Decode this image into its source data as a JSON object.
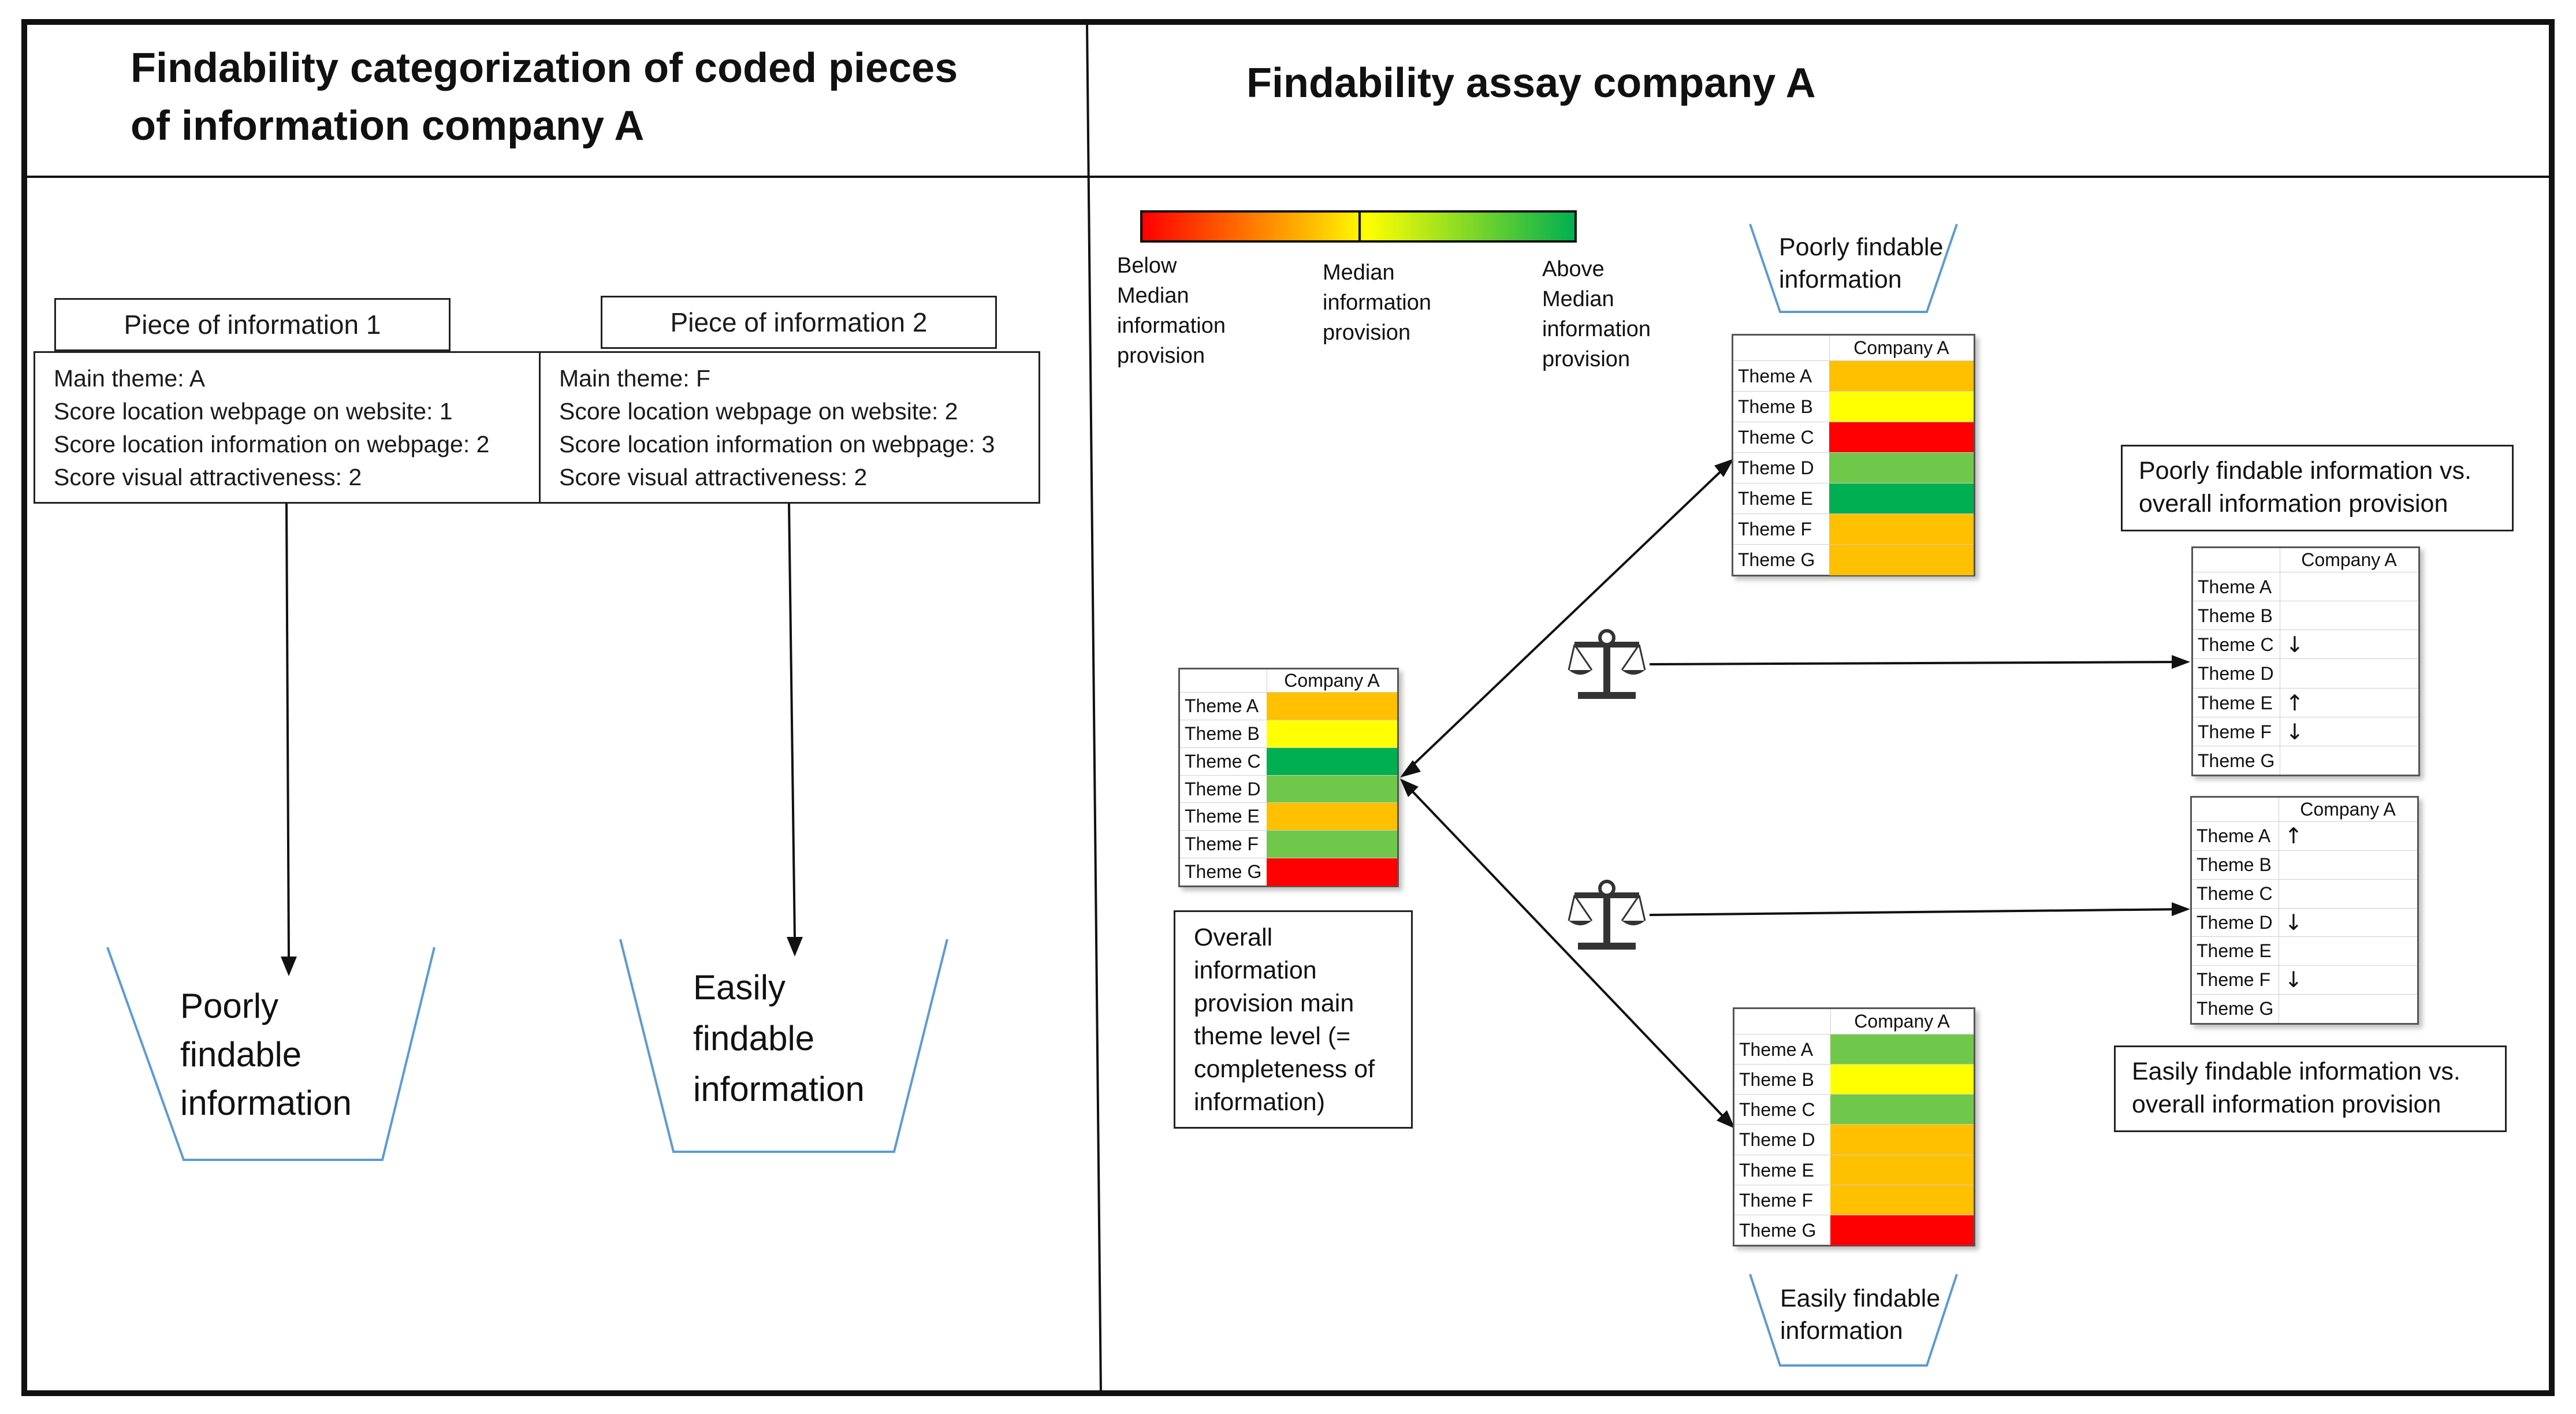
{
  "left_panel": {
    "title_line1": "Findability categorization of coded pieces",
    "title_line2": "of information company A",
    "pieces": [
      {
        "label": "Piece of information 1",
        "details": [
          "Main theme: A",
          "Score location webpage on website: 1",
          "Score location information on webpage: 2",
          "Score visual attractiveness: 2"
        ]
      },
      {
        "label": "Piece of information 2",
        "details": [
          "Main theme: F",
          "Score location webpage on website: 2",
          "Score location information on webpage: 3",
          "Score visual attractiveness: 2"
        ]
      }
    ],
    "bins": [
      {
        "lines": [
          "Poorly",
          "findable",
          "information"
        ]
      },
      {
        "lines": [
          "Easily",
          "findable",
          "information"
        ]
      }
    ]
  },
  "right_panel": {
    "title": "Findability assay company A",
    "legend": {
      "below": [
        "Below",
        "Median",
        "information",
        "provision"
      ],
      "median": [
        "Median",
        "information",
        "provision"
      ],
      "above": [
        "Above",
        "Median",
        "information",
        "provision"
      ]
    },
    "poorly_label": [
      "Poorly findable",
      "information"
    ],
    "easily_label": [
      "Easily findable",
      "information"
    ],
    "overall_note": [
      "Overall",
      "information",
      "provision main",
      "theme level (=",
      "completeness of",
      "information)"
    ],
    "poorly_vs_note": [
      "Poorly findable information vs.",
      "overall information provision"
    ],
    "easily_vs_note": [
      "Easily findable information vs.",
      "overall information provision"
    ],
    "company_header": "Company A",
    "themes": [
      "Theme A",
      "Theme B",
      "Theme C",
      "Theme D",
      "Theme E",
      "Theme F",
      "Theme G"
    ],
    "overall_colors": [
      "#ffc000",
      "#ffff00",
      "#00b050",
      "#70c84a",
      "#ffc000",
      "#70c84a",
      "#ff0000"
    ],
    "poorly_colors": [
      "#ffc000",
      "#ffff00",
      "#ff0000",
      "#70c84a",
      "#00b050",
      "#ffc000",
      "#ffc000"
    ],
    "easily_colors": [
      "#70c84a",
      "#ffff00",
      "#70c84a",
      "#ffc000",
      "#ffc000",
      "#ffc000",
      "#ff0000"
    ],
    "poorly_vs_arrows": [
      "",
      "",
      "↓",
      "",
      "↑",
      "↓",
      ""
    ],
    "easily_vs_arrows": [
      "↑",
      "",
      "",
      "↓",
      "",
      "↓",
      ""
    ]
  },
  "colors": {
    "red": "#ff0000",
    "orange": "#ffc000",
    "yellow": "#ffff00",
    "light_green": "#70c84a",
    "green": "#00b050",
    "bin_outline": "#5b9bd5"
  }
}
